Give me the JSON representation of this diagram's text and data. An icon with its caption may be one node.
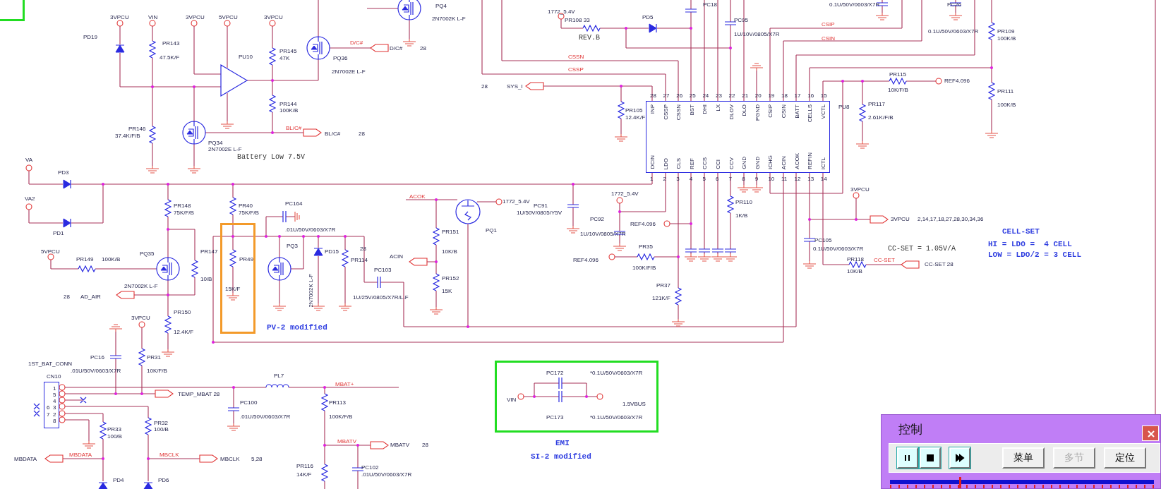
{
  "diagram": {
    "nodes": [
      {
        "text": [],
        "shape": "box"
      },
      {
        "text": [
          "INP",
          "CSSP",
          "CSSN",
          "BST",
          "DHI",
          "LX",
          "DLOV",
          "DLO",
          "PGND",
          "CSIP",
          "CSIN",
          "BATT",
          "CELLS",
          "VCTL",
          "DCIN",
          "LDO",
          "CLS",
          "REF",
          "CCS",
          "CCI",
          "CCV",
          "GND",
          "GND",
          "ICHG",
          "ACIN",
          "ACOK",
          "REFIN",
          "ICTL"
        ],
        "beside": [
          "PU8",
          "28",
          "27",
          "26",
          "25",
          "24",
          "23",
          "22",
          "21",
          "20",
          "19",
          "18",
          "17",
          "16",
          "15",
          "1",
          "2",
          "3",
          "4",
          "5",
          "6",
          "7",
          "8",
          "9",
          "10",
          "11",
          "12",
          "13",
          "14"
        ]
      },
      {
        "text": [
          "PR49",
          "15K/F"
        ],
        "beside": [
          "PV-2 modified"
        ]
      },
      {
        "text": [
          "1",
          "5",
          "4",
          "6",
          "3",
          "7",
          "2",
          "8"
        ],
        "beside": [
          "1ST_BAT_CONN",
          "CN10"
        ]
      },
      {
        "text": [
          "PC172",
          "*0.1U/50V/0603/X7R",
          "VIN",
          "1.5VBUS",
          "PC173",
          "*0.1U/50V/0603/X7R"
        ],
        "beside": [
          "EMI",
          "SI-2 modified"
        ]
      },
      {
        "text": [
          "控制"
        ]
      },
      {
        "text": [],
        "shape": "box",
        "in": 5
      },
      {
        "text": [],
        "shape": "box",
        "in": 5
      },
      {
        "text": [],
        "shape": "box",
        "in": 5
      },
      {
        "text": [],
        "shape": "box",
        "in": 5
      },
      {
        "text": [
          "菜单"
        ],
        "in": 5
      },
      {
        "text": [
          "多节"
        ],
        "in": 5
      },
      {
        "text": [
          "定位"
        ],
        "in": 5
      }
    ],
    "labels": [
      "PQ4",
      "2N7002K L-F",
      "1772_5.4V",
      "PR108 33",
      "PD5",
      "PC18",
      "0.1U/50V/0603/X7R",
      "PC26",
      "3VPCU",
      "VIN",
      "3VPCU",
      "5VPCU",
      "3VPCU",
      "PC95",
      "1U/10V/0805/X7R",
      "CSIP",
      "0.1U/50V/0603/X7R",
      "PR109",
      "100K/B",
      "PD19",
      "REV.B",
      "CSIN",
      "PR143",
      "D/C#",
      "D/C#",
      "28",
      "PR145",
      "47.5K/F",
      "PU10",
      "47K",
      "PQ36",
      "CSSN",
      "2N7002E L-F",
      "CSSP",
      "PR115",
      "REF4.096",
      "28",
      "SYS_I",
      "10K/F/B",
      "PR111",
      "PR144",
      "PR117",
      "100K/B",
      "100K/B",
      "PR105",
      "12.4K/F",
      "2.61K/F/B",
      "PR146",
      "BL/C#",
      "BL/C#",
      "28",
      "37.4K/F/B",
      "PQ34",
      "2N7002E L-F",
      "Battery Low 7.5V",
      "VA",
      "PD3",
      "3VPCU",
      "1772_5.4V",
      "VA2",
      "ACOK",
      "1772_5.4V",
      "PR110",
      "PC164",
      "PR148",
      "PR40",
      "PC91",
      "75K/F/B",
      "75K/F/B",
      "1U/50V/0805/Y5V",
      "1K/B",
      "PQ1",
      "PC92",
      "3VPCU",
      "2,14,17,18,27,28,30,34,36",
      "REF4.096",
      ".01U/50V/0603/X7R",
      "PR151",
      "PD1",
      "1U/10V/0805/X7R",
      "CELL-SET",
      "PC105",
      "HI = LDO =  4 CELL",
      "PR35",
      "PQ3",
      "0.1U/50V/0603/X7R",
      "CC-SET = 1.05V/A",
      "5VPCU",
      "PR147",
      "PD15",
      "10K/B",
      "LOW = LDO/2 = 3 CELL",
      "28",
      "ACIN",
      "PR149",
      "100K/B",
      "PQ35",
      "PR114",
      "REF4.096",
      "PR118",
      "CC-SET",
      "CC-SET 28",
      "PC103",
      "100K/F/B",
      "10K/B",
      "2N7002K L-F",
      "10/B",
      "2N7002K L-F",
      "PR152",
      "15K",
      "PR37",
      "28",
      "AD_AIR",
      "1U/25V/0805/X7R/L-F",
      "121K/F",
      "PR150",
      "3VPCU",
      "12.4K/F",
      "PC16",
      "PR31",
      "PL7",
      ".01U/50V/0603/X7R",
      "10K/F/B",
      "MBAT+",
      "TEMP_MBAT 28",
      "PC100",
      "PR113",
      ".01U/50V/0603/X7R",
      "100K/F/B",
      "PR32",
      "PR33",
      "100/B",
      "100/B",
      "MBATV",
      "MBATV",
      "28",
      "MBDATA",
      "MBCLK",
      "MBDATA",
      "MBCLK",
      "5,28",
      "PR116",
      "PC102",
      "14K/F",
      ".01U/50V/0603/X7R",
      "PD4",
      "PD6"
    ]
  }
}
